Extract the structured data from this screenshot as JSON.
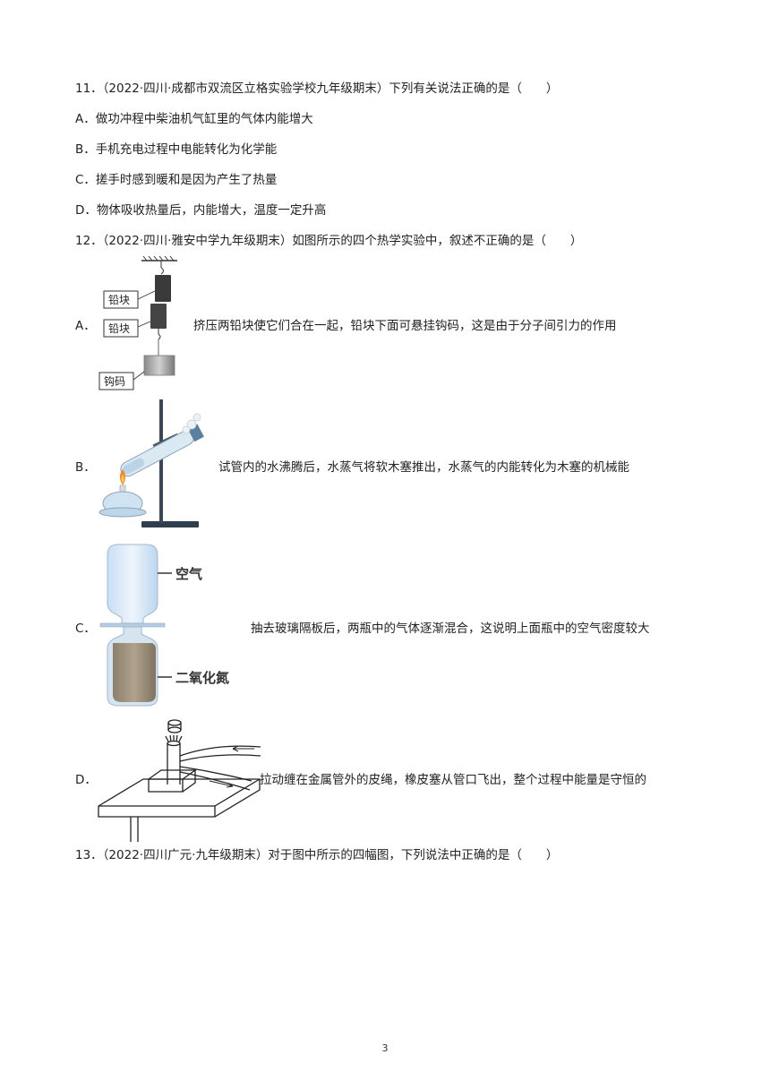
{
  "q11": {
    "stem": "11．（2022·四川·成都市双流区立格实验学校九年级期末）下列有关说法正确的是（　　）",
    "options": [
      "A．做功冲程中柴油机气缸里的气体内能增大",
      "B．手机充电过程中电能转化为化学能",
      "C．搓手时感到暖和是因为产生了热量",
      "D．物体吸收热量后，内能增大，温度一定升高"
    ]
  },
  "q12": {
    "stem": "12．（2022·四川·雅安中学九年级期末）如图所示的四个热学实验中，叙述不正确的是（　　）",
    "options": [
      {
        "letter": "A．",
        "text": "挤压两铅块使它们合在一起，铅块下面可悬挂钩码，这是由于分子间引力的作用",
        "labels": [
          "铅块",
          "铅块",
          "钩码"
        ]
      },
      {
        "letter": "B．",
        "text": "试管内的水沸腾后，水蒸气将软木塞推出，水蒸气的内能转化为木塞的机械能"
      },
      {
        "letter": "C．",
        "text": "抽去玻璃隔板后，两瓶中的气体逐渐混合，这说明上面瓶中的空气密度较大",
        "labels": [
          "空气",
          "二氧化氮"
        ]
      },
      {
        "letter": "D．",
        "text": "拉动缠在金属管外的皮绳，橡皮塞从管口飞出，整个过程中能量是守恒的"
      }
    ]
  },
  "q13": {
    "stem": "13．（2022·四川广元·九年级期末）对于图中所示的四幅图，下列说法中正确的是（　　）"
  },
  "footer": {
    "page_number": "3"
  }
}
